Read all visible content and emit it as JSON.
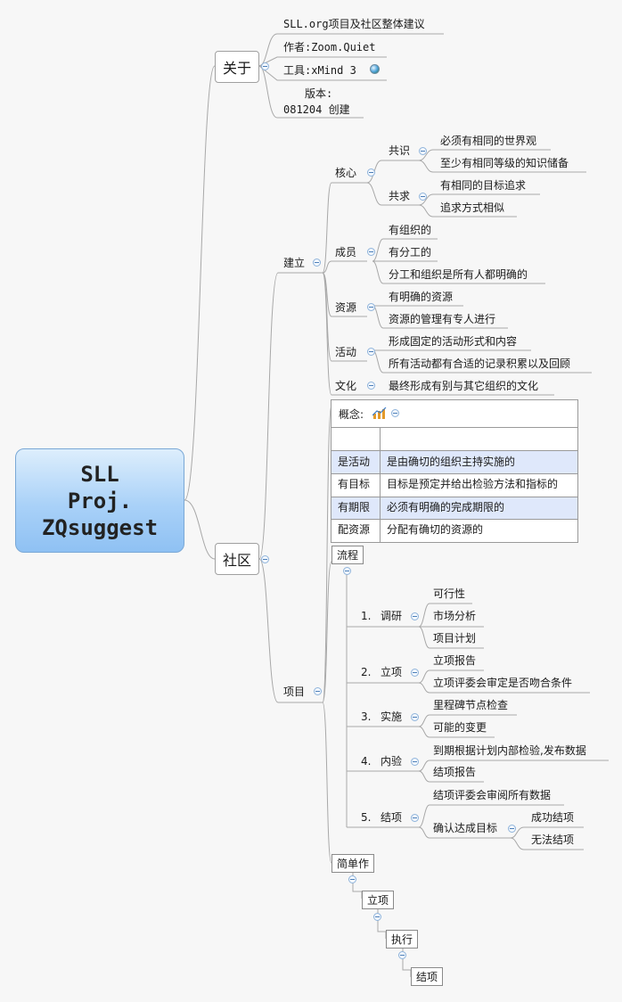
{
  "root": {
    "title": "SLL\nProj.\nZQsuggest"
  },
  "about": {
    "label": "关于",
    "items": [
      "SLL.org项目及社区整体建议",
      "作者:Zoom.Quiet",
      "工具:xMind 3"
    ],
    "version_label": "版本:",
    "version_value": "081204 创建"
  },
  "community": {
    "label": "社区",
    "build": {
      "label": "建立",
      "core": {
        "label": "核心",
        "consensus": {
          "label": "共识",
          "items": [
            "必须有相同的世界观",
            "至少有相同等级的知识储备"
          ]
        },
        "common_goal": {
          "label": "共求",
          "items": [
            "有相同的目标追求",
            "追求方式相似"
          ]
        }
      },
      "members": {
        "label": "成员",
        "items": [
          "有组织的",
          "有分工的",
          "分工和组织是所有人都明确的"
        ]
      },
      "resources": {
        "label": "资源",
        "items": [
          "有明确的资源",
          "资源的管理有专人进行"
        ]
      },
      "activities": {
        "label": "活动",
        "items": [
          "形成固定的活动形式和内容",
          "所有活动都有合适的记录积累以及回顾"
        ]
      },
      "culture": {
        "label": "文化",
        "items": [
          "最终形成有别与其它组织的文化"
        ]
      }
    },
    "project": {
      "label": "项目",
      "concept": {
        "label": "概念:",
        "rows": [
          [
            "是活动",
            "是由确切的组织主持实施的"
          ],
          [
            "有目标",
            "目标是预定并给出检验方法和指标的"
          ],
          [
            "有期限",
            "必须有明确的完成期限的"
          ],
          [
            "配资源",
            "分配有确切的资源的"
          ]
        ]
      },
      "process": {
        "label": "流程",
        "steps": [
          {
            "num": "1.",
            "label": "调研",
            "items": [
              "可行性",
              "市场分析",
              "项目计划"
            ]
          },
          {
            "num": "2.",
            "label": "立项",
            "items": [
              "立项报告",
              "立项评委会审定是否吻合条件"
            ]
          },
          {
            "num": "3.",
            "label": "实施",
            "items": [
              "里程碑节点检查",
              "可能的变更"
            ]
          },
          {
            "num": "4.",
            "label": "内验",
            "items": [
              "到期根据计划内部检验,发布数据",
              "结项报告"
            ]
          },
          {
            "num": "5.",
            "label": "结项",
            "items": [
              "结项评委会审阅所有数据",
              "确认达成目标"
            ],
            "sub": [
              "成功结项",
              "无法结项"
            ]
          }
        ]
      },
      "simple": {
        "label": "简单作",
        "chain": [
          "立项",
          "执行",
          "结项"
        ]
      }
    }
  },
  "colors": {
    "root_fill": "#a9d1f8",
    "line": "#a8a8a8",
    "highlight_row": "#dfe8fb"
  },
  "icons": [
    "earth-globe-icon",
    "chart-icon",
    "collapse-toggle-icon"
  ]
}
